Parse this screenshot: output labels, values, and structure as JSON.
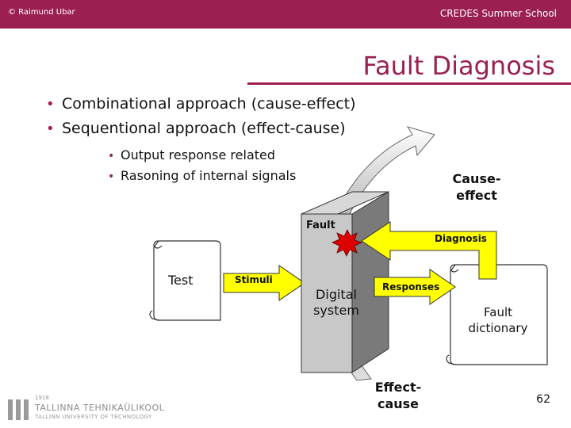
{
  "header": {
    "left_text": "© Raimund Ubar",
    "right_text": "CREDES Summer School"
  },
  "title": "Fault Diagnosis",
  "bullets": [
    "Combinational approach (cause-effect)",
    "Sequentional approach (effect-cause)"
  ],
  "sub_bullets": [
    "Output response related",
    "Rasoning of internal signals"
  ],
  "diagram": {
    "cause_effect": [
      "Cause-",
      "effect"
    ],
    "effect_cause": [
      "Effect-",
      "cause"
    ],
    "fault": "Fault",
    "diagnosis": "Diagnosis",
    "test": "Test",
    "stimuli": "Stimuli",
    "digital_system": [
      "Digital",
      "system"
    ],
    "responses": "Responses",
    "fault_dictionary": [
      "Fault",
      "dictionary"
    ]
  },
  "footer": {
    "page_number": "62",
    "logo_year": "1918",
    "logo_line1": "TALLINNA TEHNIKAÜLIKOOL",
    "logo_line2": "TALLINN UNIVERSITY OF TECHNOLOGY"
  },
  "colors": {
    "brand": "#9c1f52",
    "arrow_fill": "#ffff00",
    "fault_burst": "#dd0000",
    "box_front": "#c8c8c8"
  }
}
